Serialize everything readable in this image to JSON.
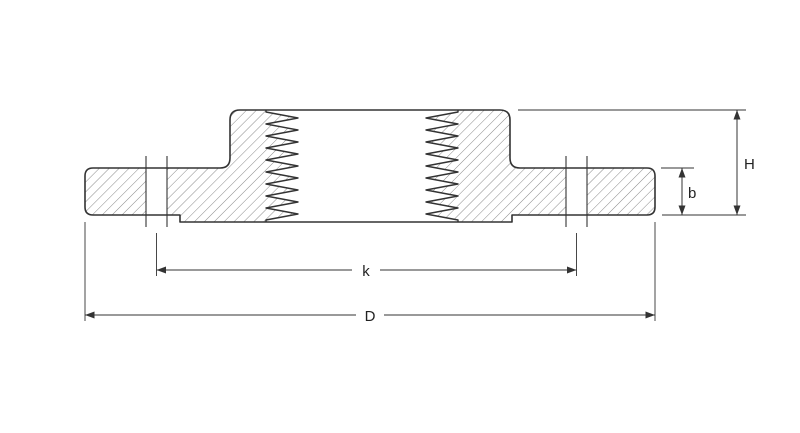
{
  "dimension_labels": {
    "outer_diameter": "D",
    "bolt_circle": "k",
    "flange_thickness": "b",
    "flange_height": "H"
  },
  "colors": {
    "line": "#333333",
    "hatch": "#7d7d7d",
    "text": "#222222",
    "background": "#ffffff"
  }
}
